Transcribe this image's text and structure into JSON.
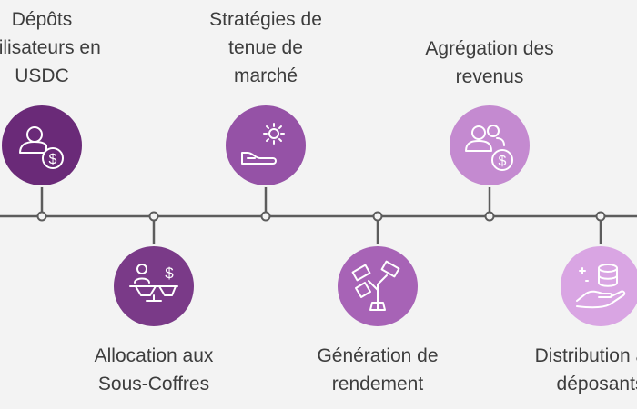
{
  "colors": {
    "background": "#f3f3f3",
    "timeline": "#5c5c5c",
    "text": "#3d3d3d",
    "icon_stroke": "#ffffff"
  },
  "steps": [
    {
      "label": "Dépôts\nutilisateurs en\nUSDC",
      "color": "#6a2a78",
      "icon": "user-dollar-icon"
    },
    {
      "label": "Allocation aux\nSous-Coffres",
      "color": "#7a3a88",
      "icon": "person-scale-dollar-icon"
    },
    {
      "label": "Stratégies de\ntenue de\nmarché",
      "color": "#9552a6",
      "icon": "gear-hand-icon"
    },
    {
      "label": "Génération de\nrendement",
      "color": "#a763b6",
      "icon": "money-plant-icon"
    },
    {
      "label": "Agrégation des\nrevenus",
      "color": "#c48ad0",
      "icon": "users-dollar-icon"
    },
    {
      "label": "Distribution aux\ndéposants",
      "color": "#d9a5e3",
      "icon": "database-hand-icon"
    }
  ]
}
